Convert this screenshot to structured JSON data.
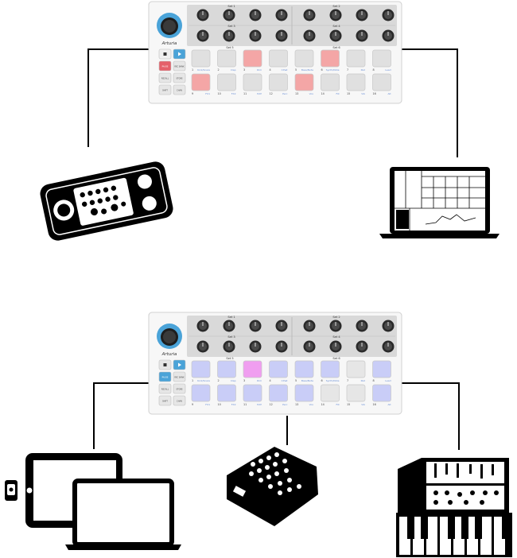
{
  "controllers": [
    {
      "id": "top",
      "brand": "Arturia",
      "knob_groups": [
        "Set 1",
        "Set 2",
        "Set 3",
        "Set 4"
      ],
      "pad_groups": [
        "Set 5",
        "Set 6"
      ],
      "buttons": [
        "",
        "",
        "PAUSE",
        "REC BANK",
        "RECALL",
        "STORE",
        "SHIFT",
        "CHAN"
      ],
      "pads_top": [
        {
          "num": "1",
          "label": "Kick/Snare",
          "color": "#e0e0e0"
        },
        {
          "num": "2",
          "label": "Clap",
          "color": "#e0e0e0"
        },
        {
          "num": "3",
          "label": "Rim",
          "color": "#f4a6a6"
        },
        {
          "num": "4",
          "label": "Clhat",
          "color": "#e0e0e0"
        },
        {
          "num": "5",
          "label": "Bass/Note",
          "color": "#e0e0e0"
        },
        {
          "num": "6",
          "label": "Synth/Note",
          "color": "#f4a6a6"
        },
        {
          "num": "7",
          "label": "Pad",
          "color": "#e0e0e0"
        },
        {
          "num": "8",
          "label": "Lead",
          "color": "#e0e0e0"
        }
      ],
      "pads_bottom": [
        {
          "num": "9",
          "label": "FX1",
          "color": "#f4a6a6"
        },
        {
          "num": "10",
          "label": "FX2",
          "color": "#e0e0e0"
        },
        {
          "num": "11",
          "label": "HAT",
          "color": "#e0e0e0"
        },
        {
          "num": "12",
          "label": "Perc",
          "color": "#e0e0e0"
        },
        {
          "num": "13",
          "label": "Vox",
          "color": "#f4a6a6"
        },
        {
          "num": "14",
          "label": "Fill",
          "color": "#e0e0e0"
        },
        {
          "num": "15",
          "label": "Vib",
          "color": "#e0e0e0"
        },
        {
          "num": "16",
          "label": "Alt",
          "color": "#e0e0e0"
        }
      ]
    },
    {
      "id": "bottom",
      "brand": "Arturia",
      "knob_groups": [
        "Set 1",
        "Set 2",
        "Set 3",
        "Set 4"
      ],
      "pad_groups": [
        "Set 5",
        "Set 6"
      ],
      "buttons": [
        "",
        "",
        "PAUSE",
        "REC BANK",
        "RECALL",
        "STORE",
        "SHIFT",
        "CHAN"
      ],
      "pads_top": [
        {
          "num": "1",
          "label": "Kick/Snare",
          "color": "#c9cdf7"
        },
        {
          "num": "2",
          "label": "Clap",
          "color": "#c9cdf7"
        },
        {
          "num": "3",
          "label": "Rim",
          "color": "#f09ef0"
        },
        {
          "num": "4",
          "label": "Clhat",
          "color": "#c9cdf7"
        },
        {
          "num": "5",
          "label": "Bass/Note",
          "color": "#c9cdf7"
        },
        {
          "num": "6",
          "label": "Synth/Note",
          "color": "#c9cdf7"
        },
        {
          "num": "7",
          "label": "Pad",
          "color": "#e6e6e6"
        },
        {
          "num": "8",
          "label": "Lead",
          "color": "#c9cdf7"
        }
      ],
      "pads_bottom": [
        {
          "num": "9",
          "label": "FX1",
          "color": "#c9cdf7"
        },
        {
          "num": "10",
          "label": "FX2",
          "color": "#c9cdf7"
        },
        {
          "num": "11",
          "label": "HAT",
          "color": "#c9cdf7"
        },
        {
          "num": "12",
          "label": "Perc",
          "color": "#c9cdf7"
        },
        {
          "num": "13",
          "label": "Vox",
          "color": "#c9cdf7"
        },
        {
          "num": "14",
          "label": "Fill",
          "color": "#e6e6e6"
        },
        {
          "num": "15",
          "label": "Vib",
          "color": "#e6e6e6"
        },
        {
          "num": "16",
          "label": "Alt",
          "color": "#c9cdf7"
        }
      ]
    }
  ],
  "devices": [
    "drum-machine-icon",
    "laptop-icon",
    "tablet-laptop-icon",
    "mixer-icon",
    "synthesizer-icon"
  ],
  "colors": {
    "line": "#000000",
    "knob_face": "#4aa3d8",
    "panel": "#f7f7f7",
    "knob_strip": "#d9d9d9",
    "button_red": "#e5606a",
    "button_blue": "#4aa3d8",
    "label_blue": "#6a8fd6"
  }
}
